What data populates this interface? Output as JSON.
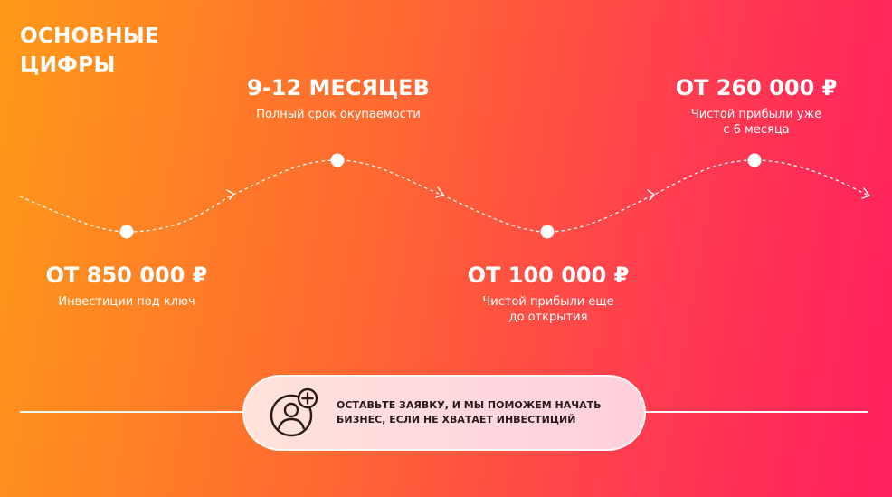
{
  "title": "Основные цифры",
  "stats": [
    {
      "value": "ОТ 850 000 ₽",
      "description": "Инвестиции под ключ"
    },
    {
      "value": "9-12 МЕСЯЦЕВ",
      "description": "Полный срок окупаемости"
    },
    {
      "value": "ОТ 100 000 ₽",
      "description": "Чистой прибыли еще\nдо открытия"
    },
    {
      "value": "ОТ 260 000 ₽",
      "description": "Чистой прибыли уже\nс 6 месяца"
    }
  ],
  "cta": {
    "icon": "user-add-icon",
    "text": "Оставьте заявку, и мы поможем начать бизнес, если не хватает инвестиций"
  },
  "colors": {
    "gradient_start": "#ff9a18",
    "gradient_mid": "#ff6a30",
    "gradient_end": "#ff1f5e",
    "cta_background": "#ffe3dc",
    "cta_text": "#2a1a1a"
  }
}
